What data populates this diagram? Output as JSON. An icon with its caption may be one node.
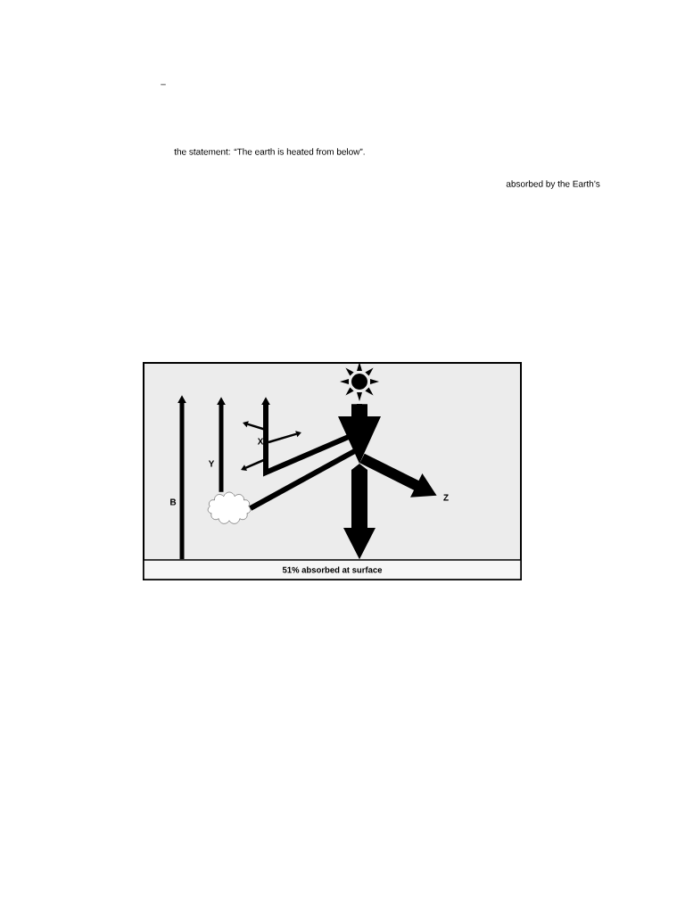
{
  "diagram": {
    "nodes": [
      {
        "text": [],
        "shape": "picture"
      },
      {
        "text": [],
        "shape": "cloud"
      },
      {
        "text": [
          "51% absorbed at surface"
        ]
      }
    ],
    "edges": [
      {
        "from": 0,
        "to": 2,
        "arrow": "to",
        "style": "thick"
      },
      {
        "from": 2,
        "to": null,
        "arrow": "to"
      },
      {
        "from": 1,
        "to": null,
        "arrow": "to"
      },
      {
        "from": 0,
        "to": 1,
        "arrow": "none"
      },
      {
        "from": 0,
        "to": null,
        "arrow": "to"
      }
    ],
    "labels": [
      "–",
      "the statement: “The earth is heated from below”.",
      "absorbed by the Earth’s",
      "X",
      "Y",
      "B",
      "Z"
    ]
  }
}
